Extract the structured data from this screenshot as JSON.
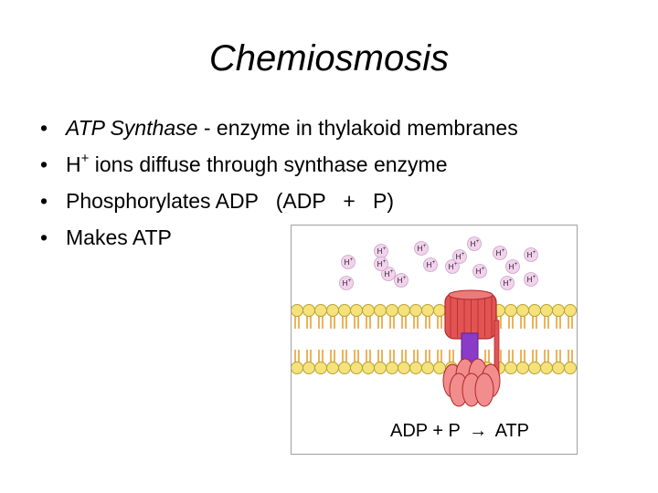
{
  "slide": {
    "title": "Chemiosmosis",
    "bullet_marker": "•",
    "bullets": [
      {
        "term": "ATP Synthase",
        "rest": " - enzyme in thylakoid membranes"
      },
      {
        "pre": "H",
        "sup": "+",
        "rest": " ions diffuse through synthase enzyme"
      },
      {
        "text": "Phosphorylates ADP   (ADP   +   P)"
      },
      {
        "text": "Makes ATP"
      }
    ]
  },
  "diagram": {
    "ion_label": "H",
    "ion_charge": "+",
    "ion_count": 17,
    "reaction": {
      "left": "ADP + P",
      "arrow": "→",
      "right": "ATP"
    },
    "colors": {
      "lipid_head": "#f5e27a",
      "lipid_head_stroke": "#b8a23a",
      "lipid_tail": "#e9a030",
      "synthase_red": "#e25454",
      "synthase_stroke": "#b02828",
      "stalk_purple": "#8a3cc8",
      "ion_pink": "#f3d2ee"
    }
  }
}
